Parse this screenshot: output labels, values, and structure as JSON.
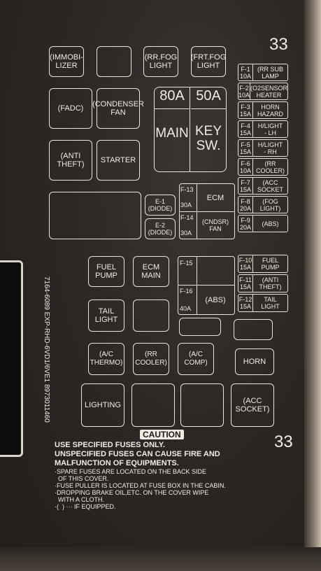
{
  "page_number_top": "33",
  "page_number_bottom": "33",
  "relays": {
    "immobilizer": "(IMMOBI-\nLIZER",
    "rr_fog": "(RR.FOG\nLIGHT",
    "frt_fog": "(FRT.FOG\nLIGHT",
    "fadc": "(FADC)",
    "condenser_fan": "(CONDENSER\nFAN",
    "anti_theft": "(ANTI\nTHEFT)",
    "starter": "STARTER",
    "fuel_pump": "FUEL\nPUMP",
    "ecm_main": "ECM\nMAIN",
    "tail_light": "TAIL\nLIGHT",
    "ac_thermo": "(A/C\nTHERMO)",
    "rr_cooler": "(RR\nCOOLER)",
    "ac_comp": "(A/C\nCOMP)",
    "horn": "HORN",
    "lighting": "LIGHTING",
    "acc_socket": "(ACC\nSOCKET)"
  },
  "main_fuses": {
    "main_amp": "80A",
    "main_label": "MAIN",
    "key_amp": "50A",
    "key_label": "KEY\nSW."
  },
  "diodes": {
    "e1": "E-1\n(DIODE)",
    "e2": "E-2\n(DIODE)"
  },
  "mid_fuses": {
    "f13": {
      "id": "F-13",
      "amp": "30A",
      "name": "ECM"
    },
    "f14": {
      "id": "F-14",
      "amp": "30A",
      "name": "(CNDSR)\nFAN"
    },
    "f15": {
      "id": "F-15",
      "amp": "",
      "name": ""
    },
    "f16": {
      "id": "F-16",
      "amp": "40A",
      "name": "(ABS)"
    }
  },
  "fuses_top": [
    {
      "id": "F-1",
      "amp": "10A",
      "name": "(RR SUB\nLAMP"
    },
    {
      "id": "F-2",
      "amp": "10A",
      "name": "(O2SENSOR\nHEATER"
    },
    {
      "id": "F-3",
      "amp": "15A",
      "name": "HORN\nHAZARD"
    },
    {
      "id": "F-4",
      "amp": "15A",
      "name": "H/LIGHT\n- LH"
    },
    {
      "id": "F-5",
      "amp": "15A",
      "name": "H/LIGHT\n- RH"
    },
    {
      "id": "F-6",
      "amp": "10A",
      "name": "(RR\nCOOLER)"
    },
    {
      "id": "F-7",
      "amp": "15A",
      "name": "(ACC\nSOCKET"
    },
    {
      "id": "F-8",
      "amp": "20A",
      "name": "(FOG\nLIGHT)"
    },
    {
      "id": "F-9",
      "amp": "20A",
      "name": "(ABS)"
    }
  ],
  "fuses_bottom": [
    {
      "id": "F-10",
      "amp": "15A",
      "name": "FUEL\nPUMP"
    },
    {
      "id": "F-11",
      "amp": "15A",
      "name": "(ANTI\nTHEFT)"
    },
    {
      "id": "F-12",
      "amp": "15A",
      "name": "TAIL\nLIGHT"
    }
  ],
  "part_codes": "7164-6089  EXP-RHD-6VD1/6VE1  8973011460",
  "caution": {
    "title": "CAUTION",
    "line1": "USE SPECIFIED FUSES ONLY.",
    "line2": "UNSPECIFIED FUSES CAN CAUSE FIRE AND",
    "line3": "MALFUNCTION OF EQUIPMENTS.",
    "note1": "·SPARE FUSES ARE LOCATED ON THE BACK SIDE",
    "note1b": "  OF THIS COVER.",
    "note2": "·FUSE PULLER IS LOCATED AT FUSE BOX IN THE CABIN.",
    "note3": "·DROPPING BRAKE OIL,ETC. ON THE COVER WIPE",
    "note3b": "  WITH A CLOTH.",
    "note4": "·(  ) ··· IF EQUIPPED."
  }
}
